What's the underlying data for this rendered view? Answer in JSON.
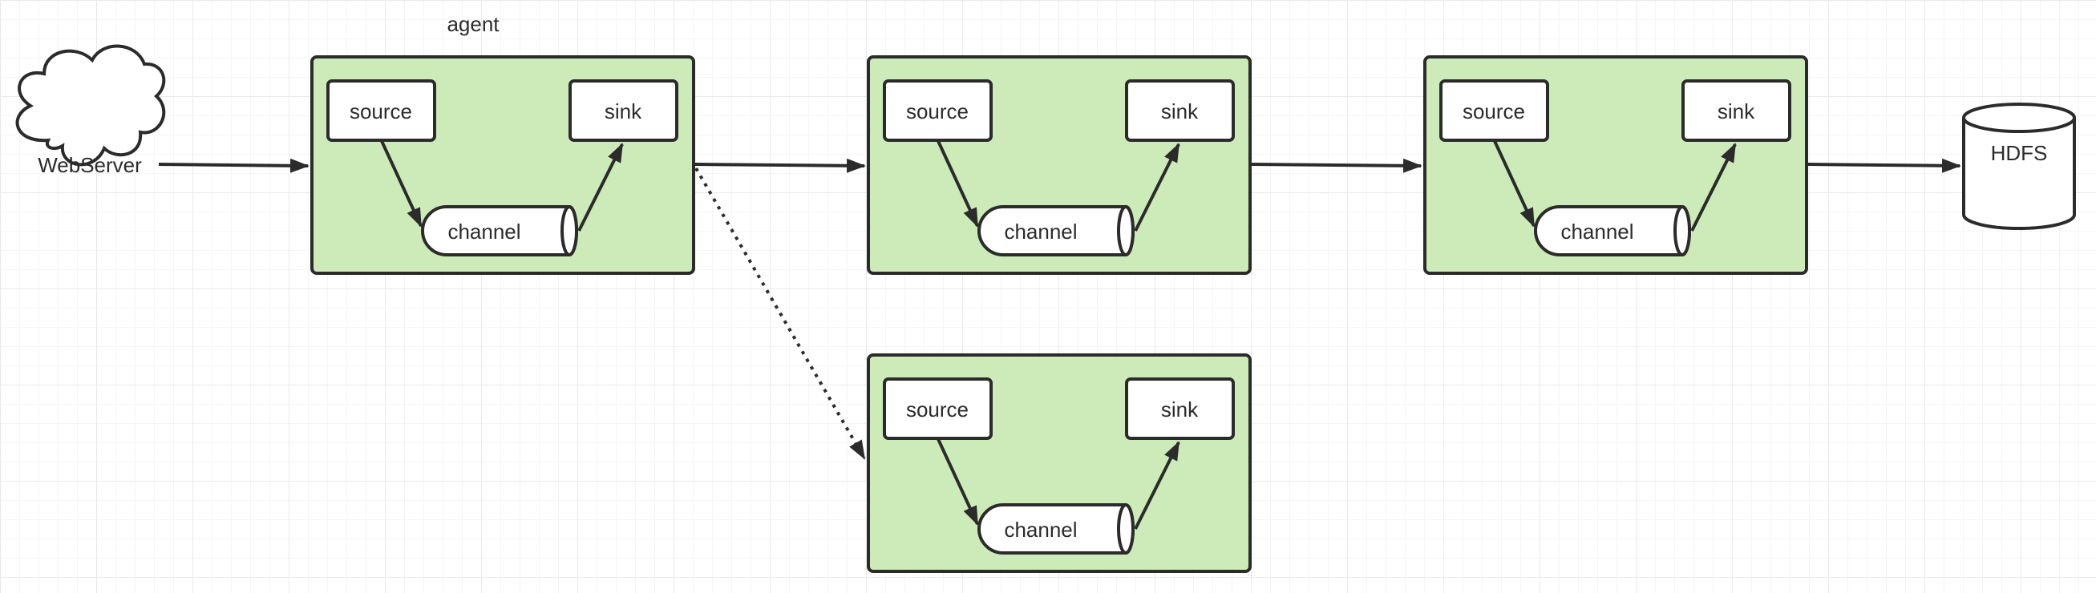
{
  "agent_caption": "agent",
  "webserver": {
    "label": "WebServer",
    "icon": "cloud-icon"
  },
  "hdfs": {
    "label": "HDFS",
    "icon": "database-cylinder-icon"
  },
  "agents": [
    {
      "source": "source",
      "channel": "channel",
      "sink": "sink"
    },
    {
      "source": "source",
      "channel": "channel",
      "sink": "sink"
    },
    {
      "source": "source",
      "channel": "channel",
      "sink": "sink"
    },
    {
      "source": "source",
      "channel": "channel",
      "sink": "sink"
    }
  ],
  "colors": {
    "agent_fill": "#cdebb8",
    "stroke": "#2b2b2b",
    "component_fill": "#ffffff",
    "grid": "#e9e9e9"
  }
}
